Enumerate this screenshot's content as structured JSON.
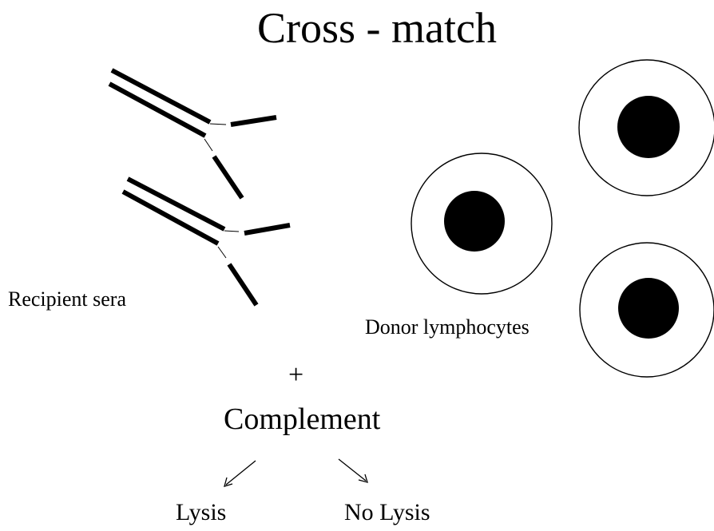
{
  "diagram": {
    "title": "Cross - match",
    "recipient_label": "Recipient sera",
    "donor_label": "Donor lymphocytes",
    "plus": "+",
    "complement": "Complement",
    "outcome_left": "Lysis",
    "outcome_right": "No Lysis",
    "colors": {
      "ink": "#000000",
      "background": "#ffffff"
    },
    "icons": [
      "antibody-icon",
      "lymphocyte-icon",
      "arrow-left-down-icon",
      "arrow-right-down-icon"
    ]
  }
}
